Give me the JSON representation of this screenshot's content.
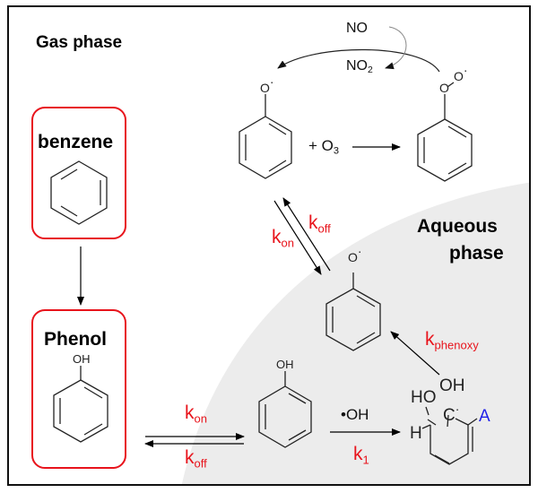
{
  "regions": {
    "gas_phase": "Gas phase",
    "aqueous_phase_line1": "Aqueous",
    "aqueous_phase_line2": "phase"
  },
  "molecules": {
    "benzene": "benzene",
    "phenol": "Phenol",
    "oh_label": "OH",
    "ho_label": "HO",
    "h_label": "H",
    "c_label": "C",
    "o_label": "O",
    "a_label": "A",
    "radical_dot": "·"
  },
  "reagents": {
    "no": "NO",
    "no2_main": "NO",
    "no2_sub": "2",
    "o3_main": "+ O",
    "o3_sub": "3",
    "oh_radical": "•OH"
  },
  "rate_constants": {
    "k": "k",
    "on": "on",
    "off": "off",
    "phenoxy": "phenoxy",
    "one": "1"
  },
  "colors": {
    "box_border": "#e8141c",
    "rate_constant": "#e8141c",
    "aqueous_bg": "#ececec",
    "substituent_a": "#1f1fe8"
  }
}
